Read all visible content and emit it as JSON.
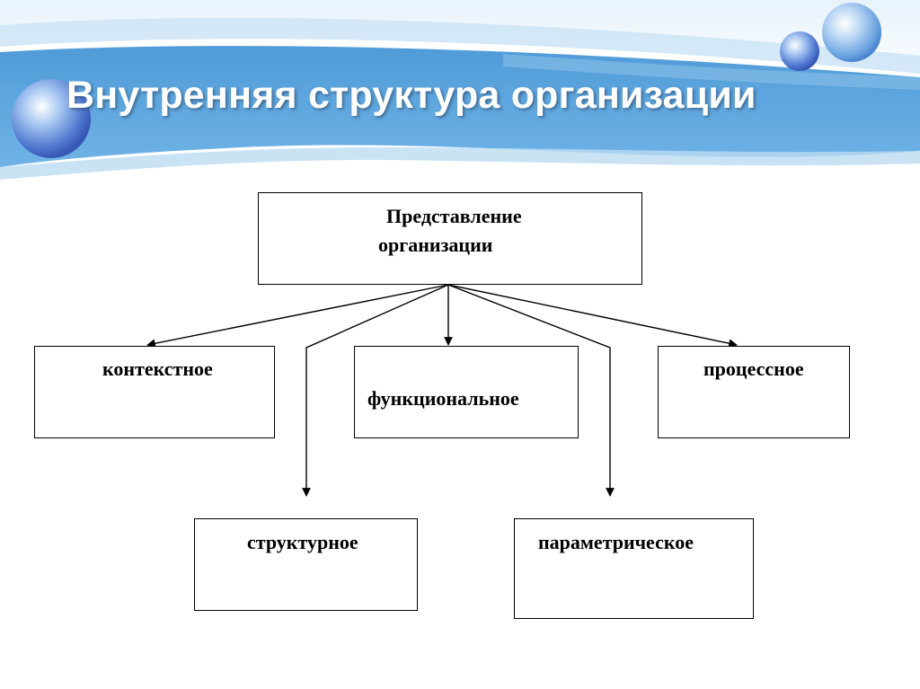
{
  "slide": {
    "title": "Внутренняя структура организации",
    "colors": {
      "banner_blue": "#5ba3dd",
      "banner_light": "#cfe6f6",
      "title_text": "#ffffff",
      "box_border": "#000000",
      "arrow": "#000000"
    },
    "decorations": [
      "bubble",
      "bubble",
      "bubble"
    ]
  },
  "diagram": {
    "root": {
      "line1": "Представление",
      "line2": "организации"
    },
    "nodes": {
      "contextual": "контекстное",
      "functional": "функциональное",
      "process": "процессное",
      "structural": "структурное",
      "parametric": "параметрическое"
    },
    "edges": [
      {
        "from": "root",
        "to": "contextual"
      },
      {
        "from": "root",
        "to": "structural"
      },
      {
        "from": "root",
        "to": "functional"
      },
      {
        "from": "root",
        "to": "parametric"
      },
      {
        "from": "root",
        "to": "process"
      }
    ]
  }
}
